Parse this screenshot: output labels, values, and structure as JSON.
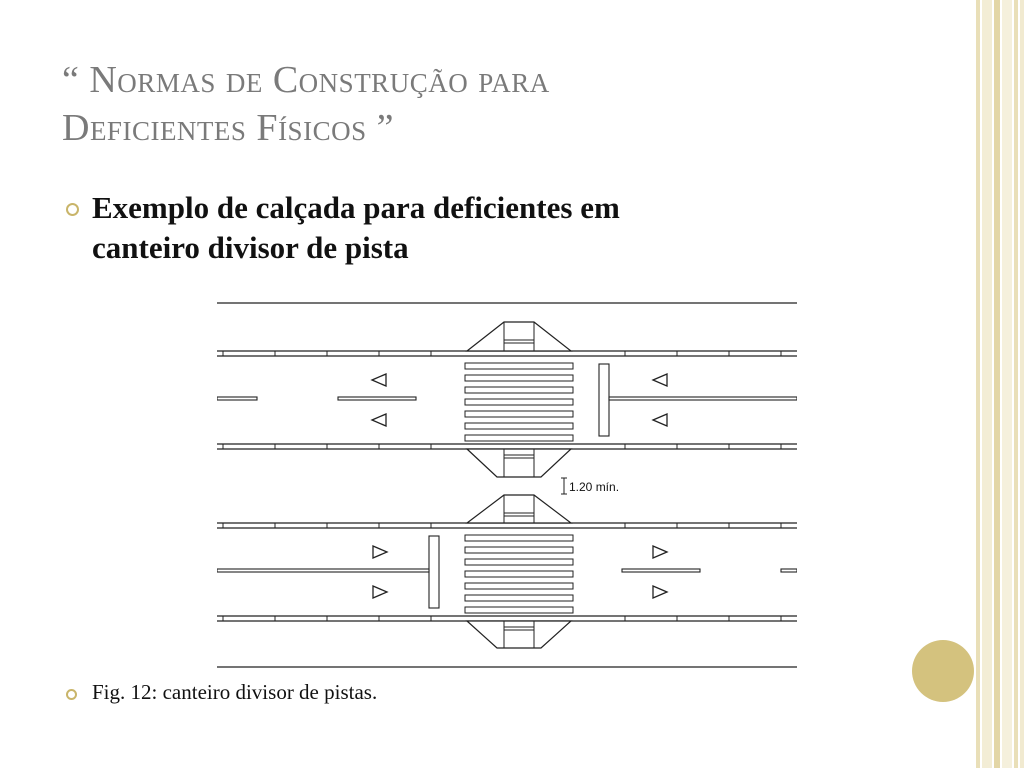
{
  "slide": {
    "title_line1": "“ Normas de Construção para",
    "title_line2": "Deficientes Físicos ”",
    "bullet_line1": "Exemplo de calçada para deficientes em",
    "bullet_line2": "canteiro divisor de pista",
    "caption": "Fig. 12: canteiro divisor de pistas.",
    "dimension_label": "1.20 mín."
  },
  "icons": {
    "bullet": "ring-bullet-icon",
    "arrow_left": "triangle-left-icon",
    "arrow_right": "triangle-right-icon"
  },
  "colors": {
    "title": "#7a7a7a",
    "accent": "#d4c27e",
    "bullet_ring": "#c9b56a"
  }
}
